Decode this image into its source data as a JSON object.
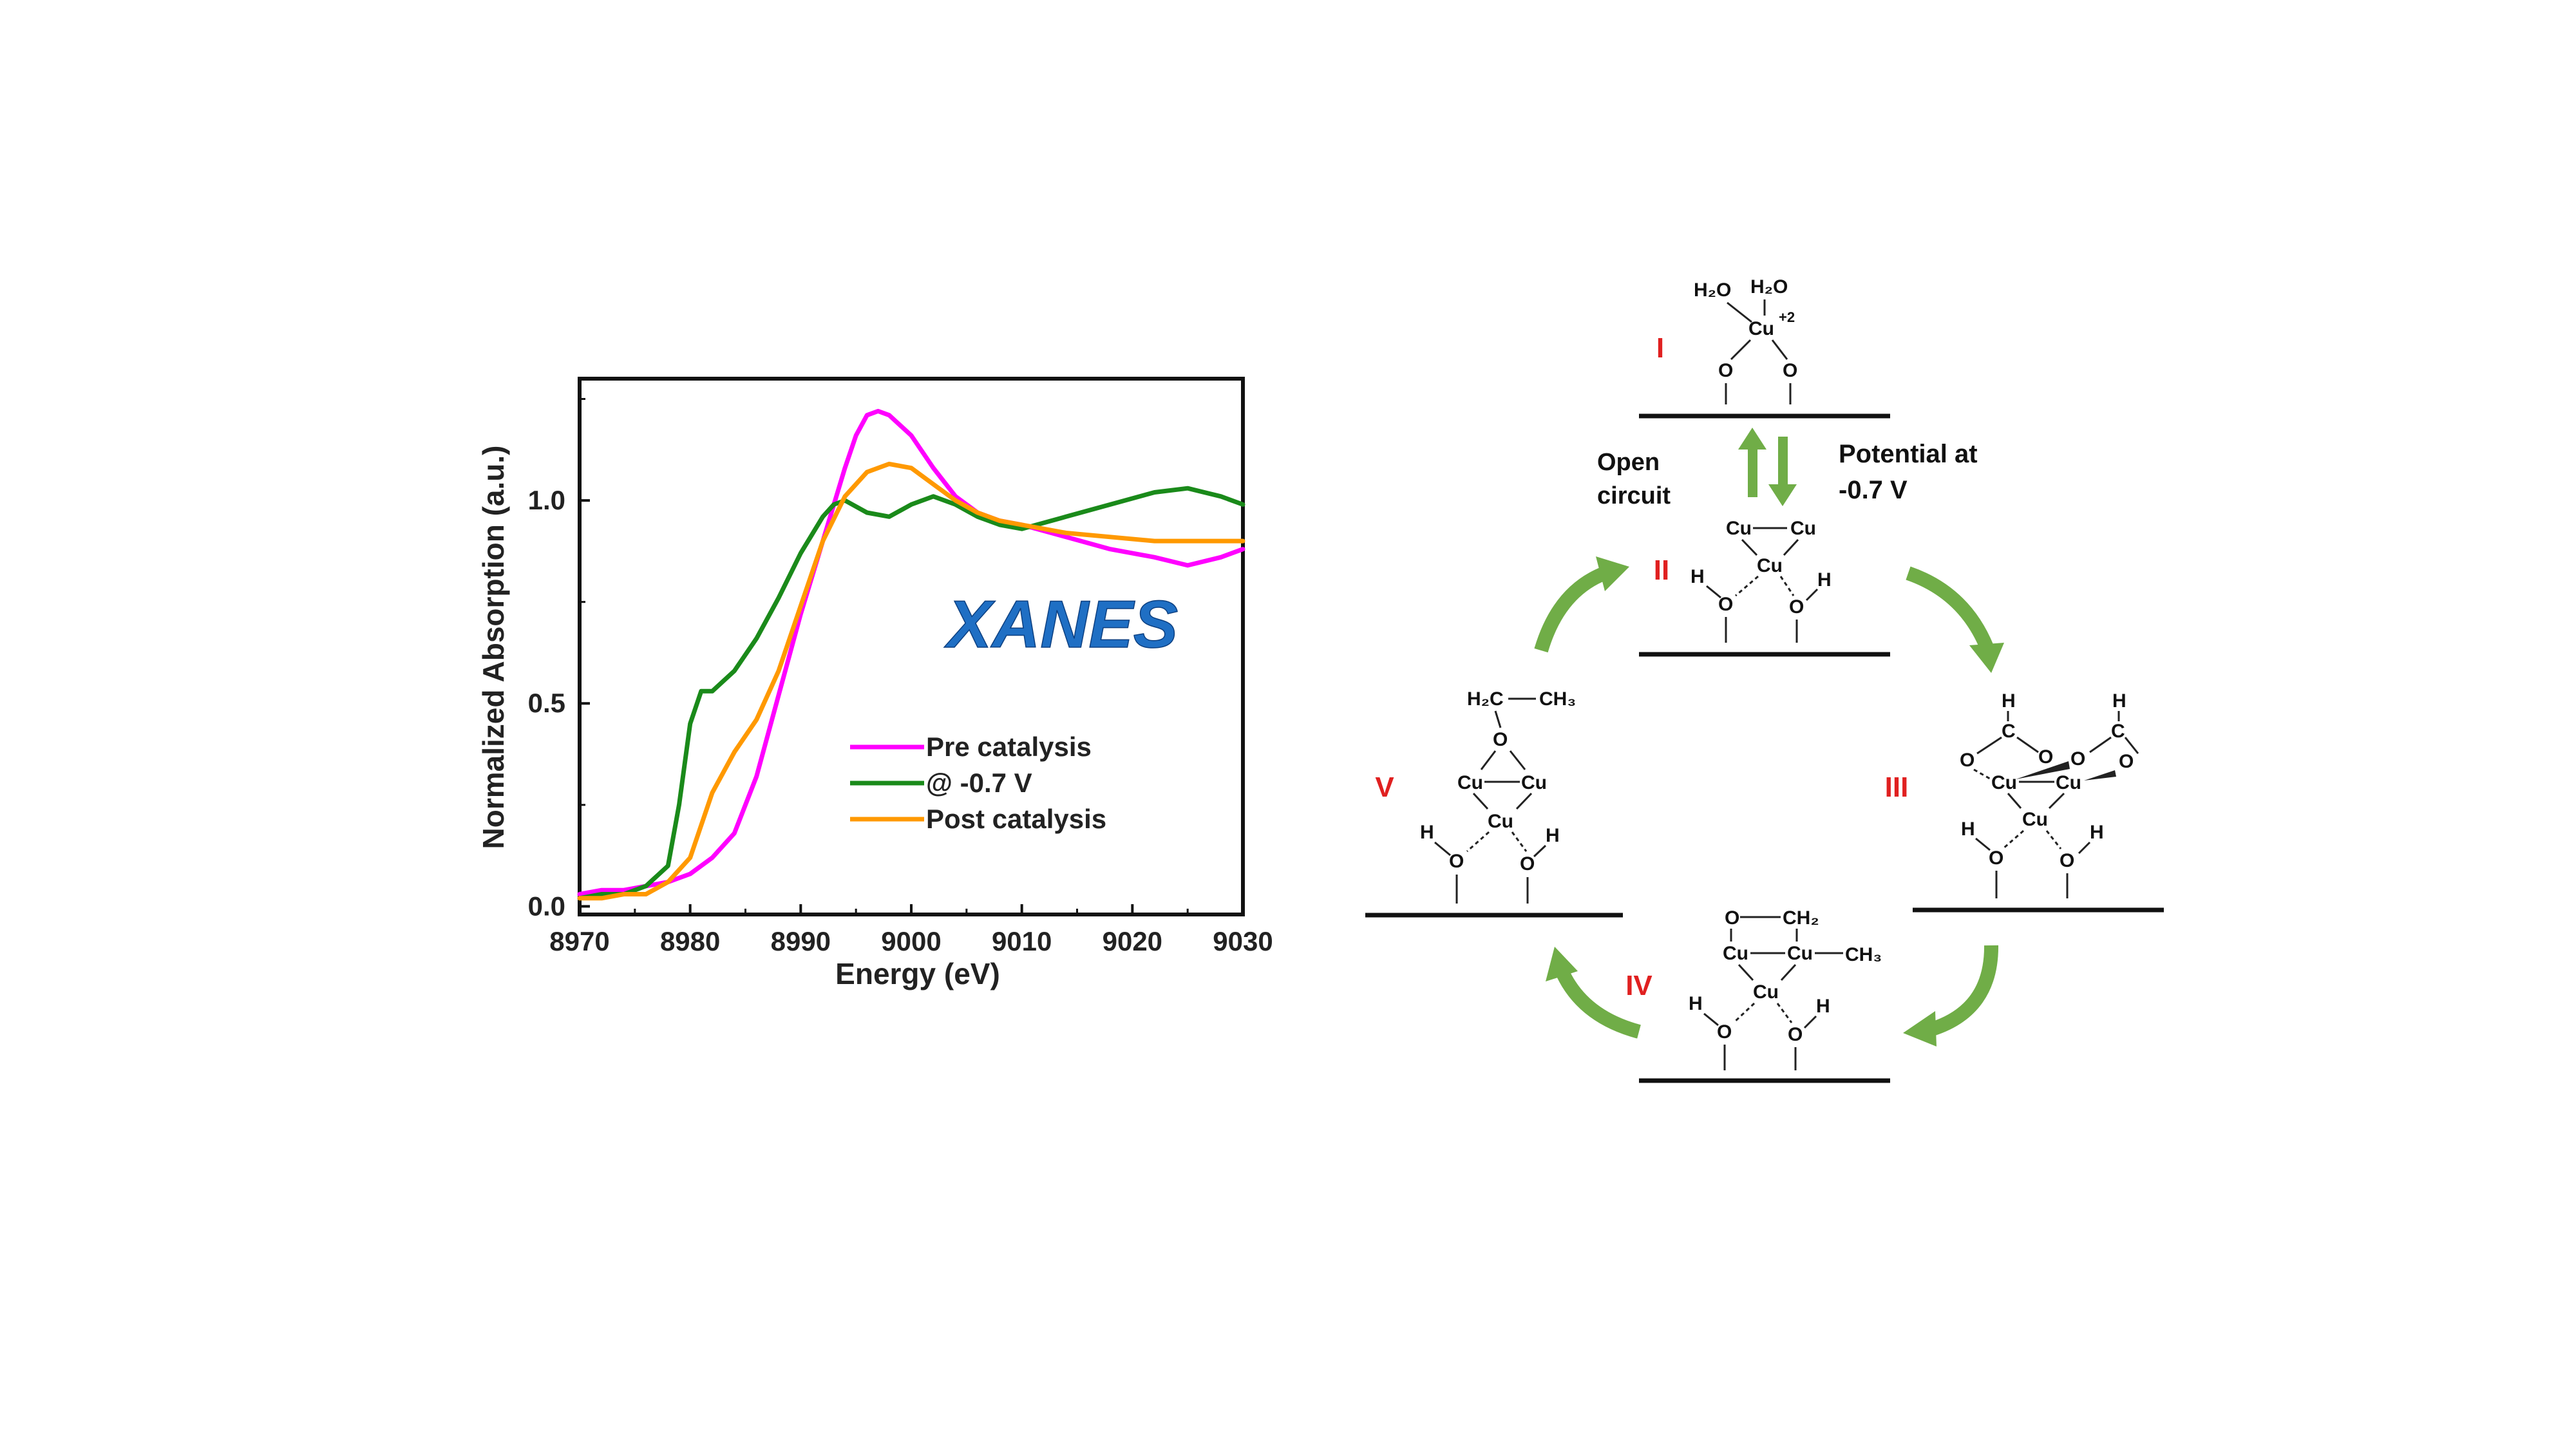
{
  "chart_data": {
    "type": "line",
    "title": "",
    "xlabel": "Energy (eV)",
    "ylabel": "Normalized Absorption (a.u.)",
    "xlim": [
      8970,
      9030
    ],
    "ylim": [
      -0.02,
      1.3
    ],
    "xticks": [
      "8970",
      "8980",
      "8990",
      "9000",
      "9010",
      "9020",
      "9030"
    ],
    "yticks": [
      "0.0",
      "0.5",
      "1.0"
    ],
    "annotation": "XANES",
    "legend_position": "lower-right",
    "series": [
      {
        "name": "Pre catalysis",
        "color": "#ff00ff",
        "x": [
          8970,
          8972,
          8974,
          8976,
          8978,
          8980,
          8982,
          8984,
          8986,
          8988,
          8990,
          8992,
          8994,
          8995,
          8996,
          8997,
          8998,
          9000,
          9002,
          9004,
          9006,
          9008,
          9010,
          9014,
          9018,
          9022,
          9025,
          9028,
          9030
        ],
        "y": [
          0.03,
          0.04,
          0.04,
          0.05,
          0.06,
          0.08,
          0.12,
          0.18,
          0.32,
          0.52,
          0.72,
          0.9,
          1.08,
          1.16,
          1.21,
          1.22,
          1.21,
          1.16,
          1.08,
          1.01,
          0.97,
          0.95,
          0.94,
          0.91,
          0.88,
          0.86,
          0.84,
          0.86,
          0.88
        ]
      },
      {
        "name": "@  -0.7 V",
        "color": "#1a8a1a",
        "x": [
          8970,
          8972,
          8974,
          8976,
          8978,
          8979,
          8980,
          8981,
          8982,
          8984,
          8986,
          8988,
          8990,
          8992,
          8993,
          8994,
          8996,
          8998,
          9000,
          9002,
          9004,
          9006,
          9008,
          9010,
          9014,
          9018,
          9022,
          9025,
          9028,
          9030
        ],
        "y": [
          0.02,
          0.03,
          0.03,
          0.05,
          0.1,
          0.25,
          0.45,
          0.53,
          0.53,
          0.58,
          0.66,
          0.76,
          0.87,
          0.96,
          0.99,
          1.0,
          0.97,
          0.96,
          0.99,
          1.01,
          0.99,
          0.96,
          0.94,
          0.93,
          0.96,
          0.99,
          1.02,
          1.03,
          1.01,
          0.99
        ]
      },
      {
        "name": "Post catalysis",
        "color": "#ff9900",
        "x": [
          8970,
          8972,
          8974,
          8976,
          8978,
          8980,
          8982,
          8984,
          8986,
          8988,
          8990,
          8992,
          8994,
          8996,
          8998,
          9000,
          9002,
          9004,
          9006,
          9008,
          9010,
          9014,
          9018,
          9022,
          9026,
          9030
        ],
        "y": [
          0.02,
          0.02,
          0.03,
          0.03,
          0.06,
          0.12,
          0.28,
          0.38,
          0.46,
          0.58,
          0.74,
          0.9,
          1.01,
          1.07,
          1.09,
          1.08,
          1.04,
          1.0,
          0.97,
          0.95,
          0.94,
          0.92,
          0.91,
          0.9,
          0.9,
          0.9
        ]
      }
    ]
  },
  "scheme": {
    "steps": [
      {
        "numeral": "I"
      },
      {
        "numeral": "II"
      },
      {
        "numeral": "III"
      },
      {
        "numeral": "IV"
      },
      {
        "numeral": "V"
      }
    ],
    "open_circuit": [
      "Open",
      "circuit"
    ],
    "potential": [
      "Potential at",
      "-0.7 V"
    ],
    "atoms": {
      "cu": "Cu",
      "o": "O",
      "h": "H",
      "h2o": "H₂O",
      "cu_charge": "+2",
      "ch2": "CH₂",
      "ch3": "CH₃",
      "h2c": "H₂C"
    },
    "arrow_color": "#70ad47",
    "numeral_color": "#e02020"
  }
}
